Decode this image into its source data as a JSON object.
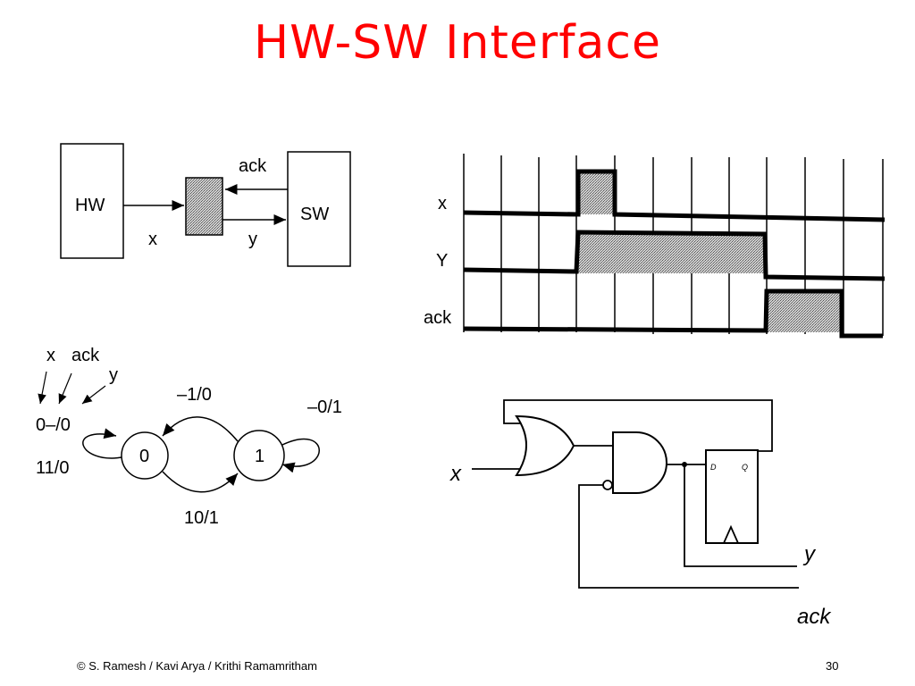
{
  "slide": {
    "title": "HW-SW Interface",
    "footer": "© S. Ramesh / Kavi Arya / Krithi Ramamritham",
    "page_number": "30"
  },
  "block_diagram": {
    "hw_label": "HW",
    "sw_label": "SW",
    "x_label": "x",
    "y_label": "y",
    "ack_label": "ack"
  },
  "timing_diagram": {
    "signals": [
      "x",
      "Y",
      "ack"
    ]
  },
  "state_machine": {
    "input_labels": [
      "x",
      "ack",
      "y"
    ],
    "state_0": "0",
    "state_1": "1",
    "self_loop_0_top": "0–/0",
    "self_loop_0_bottom": "11/0",
    "transition_1_to_0": "–1/0",
    "self_loop_1": "–0/1",
    "transition_0_to_1": "10/1"
  },
  "circuit": {
    "input_x": "x",
    "output_y": "y",
    "output_ack": "ack",
    "ff_d": "D",
    "ff_q": "Q"
  }
}
